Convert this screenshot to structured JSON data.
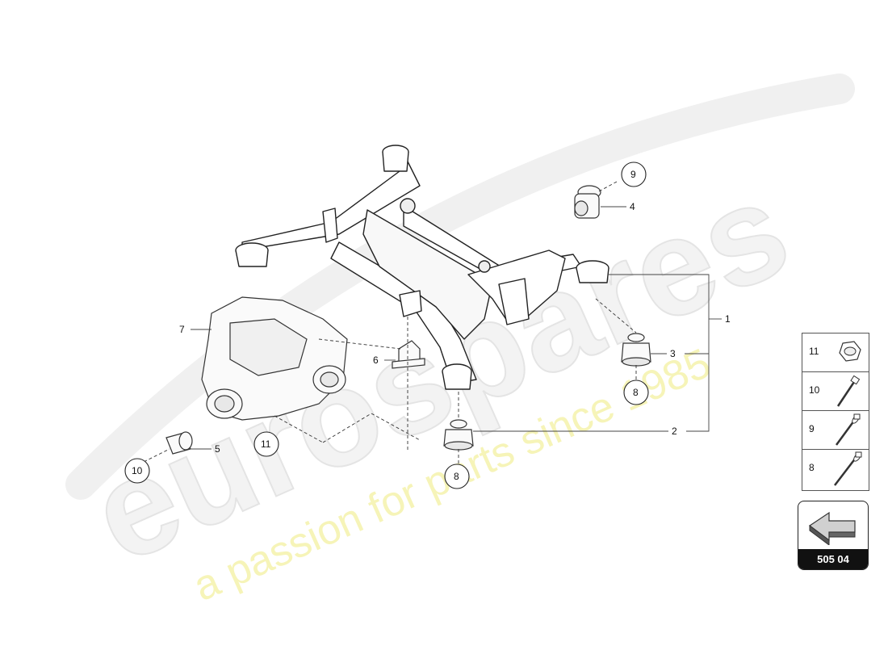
{
  "diagram": {
    "callouts": [
      {
        "id": "c1",
        "label": "1"
      },
      {
        "id": "c2",
        "label": "2"
      },
      {
        "id": "c3",
        "label": "3"
      },
      {
        "id": "c4",
        "label": "4"
      },
      {
        "id": "c5",
        "label": "5"
      },
      {
        "id": "c6",
        "label": "6"
      },
      {
        "id": "c7",
        "label": "7"
      },
      {
        "id": "c8a",
        "label": "8"
      },
      {
        "id": "c8b",
        "label": "8"
      },
      {
        "id": "c9",
        "label": "9"
      },
      {
        "id": "c10",
        "label": "10"
      },
      {
        "id": "c11",
        "label": "11"
      }
    ]
  },
  "legend": {
    "items": [
      {
        "num": "11",
        "icon": "hex-nut-icon"
      },
      {
        "num": "10",
        "icon": "hex-bolt-icon"
      },
      {
        "num": "9",
        "icon": "flange-bolt-icon"
      },
      {
        "num": "8",
        "icon": "long-bolt-icon"
      }
    ]
  },
  "reference": {
    "code": "505 04",
    "icon": "direction-arrow-icon"
  },
  "watermark": {
    "brand": "eurospares",
    "tagline": "a passion for parts since 1985"
  },
  "colors": {
    "line": "#222222",
    "watermark_gray": "#e6e6e6",
    "watermark_yellow": "#f2f0a0"
  }
}
